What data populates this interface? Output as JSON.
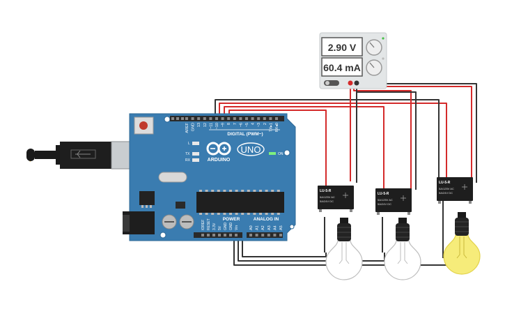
{
  "power_supply": {
    "voltage_display": "2.90 V",
    "current_display": "60.4 mA"
  },
  "arduino": {
    "brand": "ARDUINO",
    "model": "UNO",
    "on_label": "ON",
    "l_label": "L",
    "tx_label": "TX",
    "rx_label": "RX",
    "digital_header": "DIGITAL (PWM~)",
    "analog_header": "ANALOG IN",
    "power_header": "POWER",
    "top_pins": [
      "AREF",
      "GND",
      "13",
      "12",
      "~11",
      "~10",
      "~9",
      "8",
      "7",
      "~6",
      "~5",
      "4",
      "~3",
      "2",
      "TX▸1",
      "RX◂0"
    ],
    "power_pins": [
      "IOREF",
      "RESET",
      "3.3V",
      "5V",
      "GND",
      "GND",
      "Vin"
    ],
    "analog_pins": [
      "A0",
      "A1",
      "A2",
      "A3",
      "A4",
      "A5"
    ]
  },
  "relays": [
    {
      "model": "LU-5-R",
      "rating_1": "5A/125V AC",
      "rating_2": "5A/24V  DC"
    },
    {
      "model": "LU-5-R",
      "rating_1": "5A/125V AC",
      "rating_2": "5A/24V  DC"
    },
    {
      "model": "LU-5-R",
      "rating_1": "5A/125V AC",
      "rating_2": "5A/24V  DC"
    }
  ],
  "bulbs": [
    {
      "state": "off"
    },
    {
      "state": "off"
    },
    {
      "state": "on"
    }
  ],
  "colors": {
    "board_blue": "#3a7cb0",
    "wire_red": "#d42a2a",
    "wire_black": "#333333",
    "bulb_on": "#f6ec7a"
  }
}
